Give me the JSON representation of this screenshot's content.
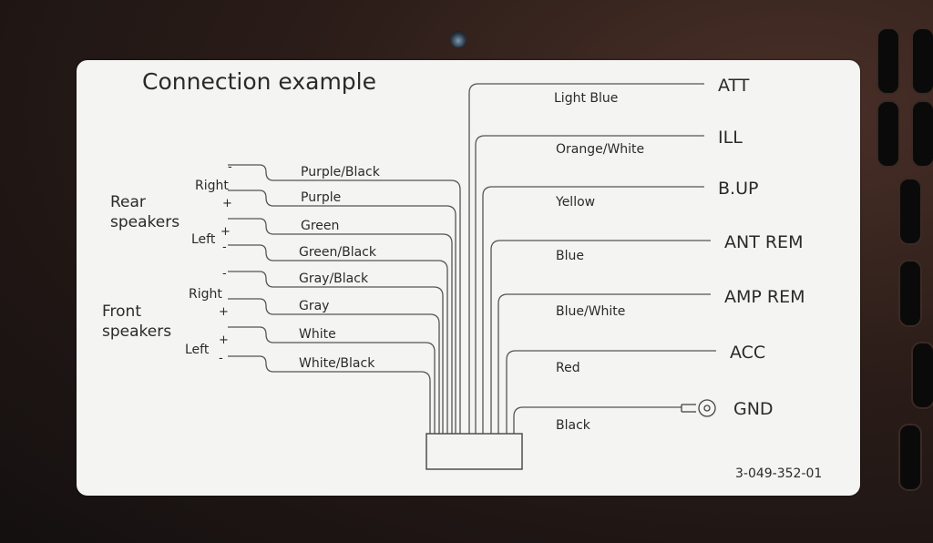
{
  "title": "Connection example",
  "part_number": "3-049-352-01",
  "groups": {
    "rear": "Rear\nspeakers",
    "front": "Front\nspeakers"
  },
  "sides": {
    "rear_right": "Right",
    "rear_left": "Left",
    "front_right": "Right",
    "front_left": "Left"
  },
  "left_wires": [
    {
      "color": "Purple/Black",
      "polarity": "-"
    },
    {
      "color": "Purple",
      "polarity": "+"
    },
    {
      "color": "Green",
      "polarity": "+"
    },
    {
      "color": "Green/Black",
      "polarity": "-"
    },
    {
      "color": "Gray/Black",
      "polarity": "-"
    },
    {
      "color": "Gray",
      "polarity": "+"
    },
    {
      "color": "White",
      "polarity": "+"
    },
    {
      "color": "White/Black",
      "polarity": "-"
    }
  ],
  "right_wires": [
    {
      "color": "Light Blue",
      "terminal": "ATT"
    },
    {
      "color": "Orange/White",
      "terminal": "ILL"
    },
    {
      "color": "Yellow",
      "terminal": "B.UP"
    },
    {
      "color": "Blue",
      "terminal": "ANT REM"
    },
    {
      "color": "Blue/White",
      "terminal": "AMP REM"
    },
    {
      "color": "Red",
      "terminal": "ACC"
    },
    {
      "color": "Black",
      "terminal": "GND"
    }
  ]
}
